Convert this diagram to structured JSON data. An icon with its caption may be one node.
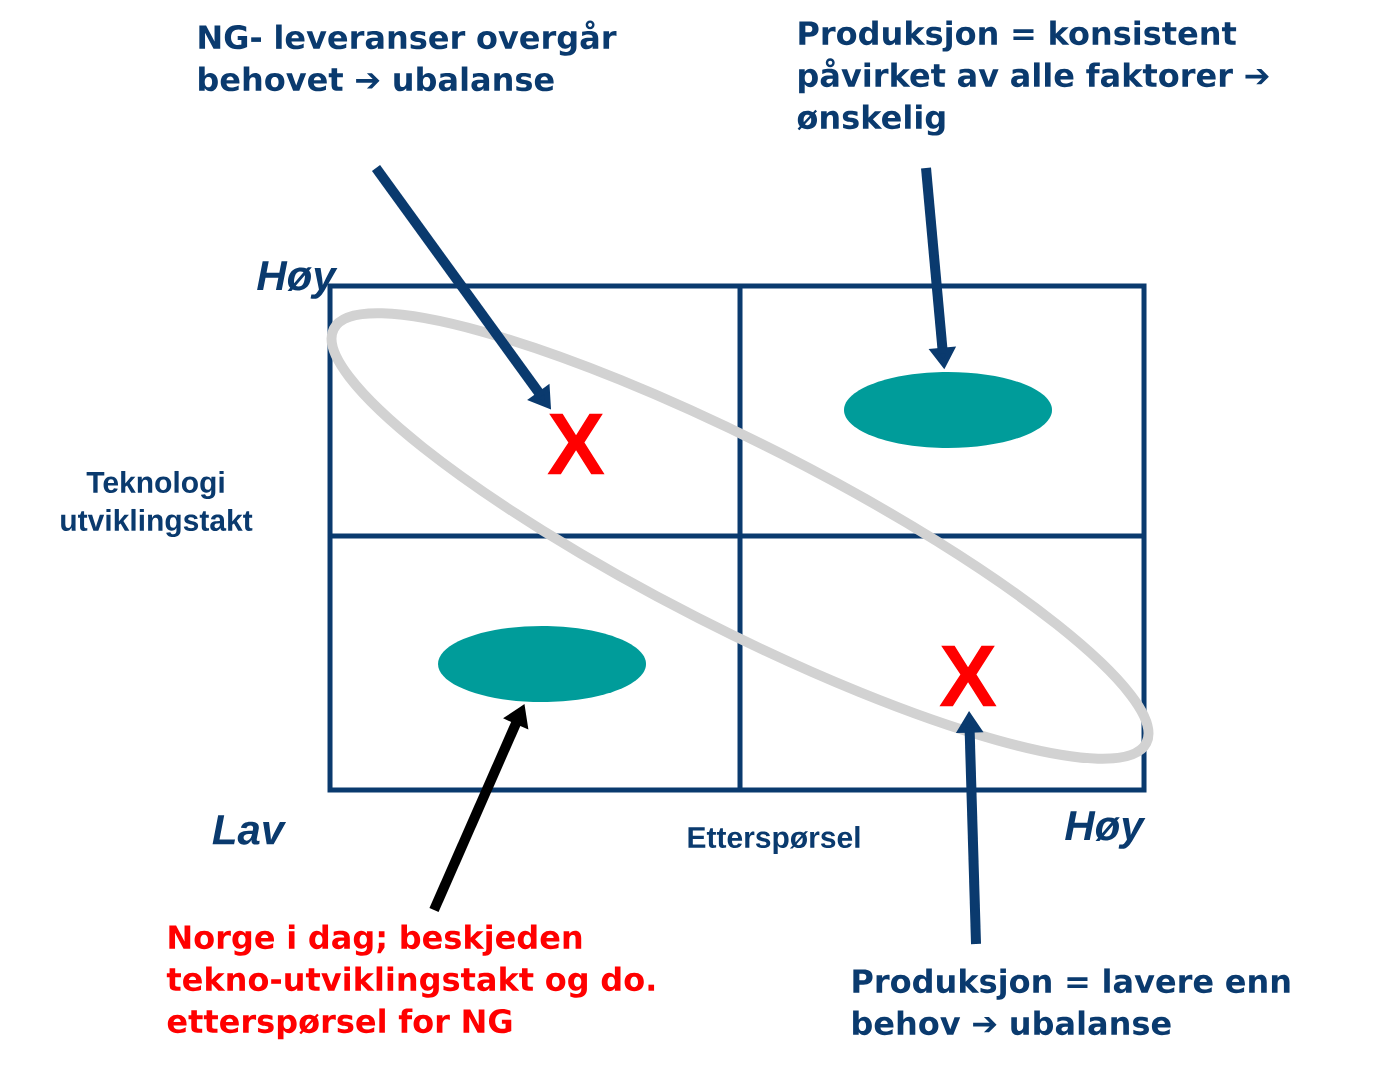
{
  "diagram": {
    "nodes": [
      {
        "text": [
          "NG- leveranser overgår behovet ➔ ubalanse"
        ]
      },
      {
        "text": [
          "Produksjon = konsistent påvirket av alle faktorer ➔ ønskelig"
        ]
      },
      {
        "text": [
          "X"
        ]
      },
      {
        "text": [],
        "shape": "ellipse"
      },
      {
        "text": [],
        "shape": "ellipse"
      },
      {
        "text": [
          "X"
        ]
      },
      {
        "text": [
          "Norge i dag; beskjeden tekno-utviklingstakt og do. etterspørsel for NG"
        ]
      },
      {
        "text": [
          "Produksjon = lavere enn behov ➔ ubalanse"
        ]
      }
    ],
    "edges": [
      {
        "from": 0,
        "to": 2,
        "arrow": "to"
      },
      {
        "from": 1,
        "to": 3,
        "arrow": "to"
      },
      {
        "from": 6,
        "to": 4,
        "arrow": "to",
        "color": "#000000"
      },
      {
        "from": 7,
        "to": 5,
        "arrow": "to"
      }
    ],
    "labels": [
      "Høy",
      "Teknologi utviklingstakt",
      "Lav",
      "Etterspørsel",
      "Høy"
    ]
  }
}
